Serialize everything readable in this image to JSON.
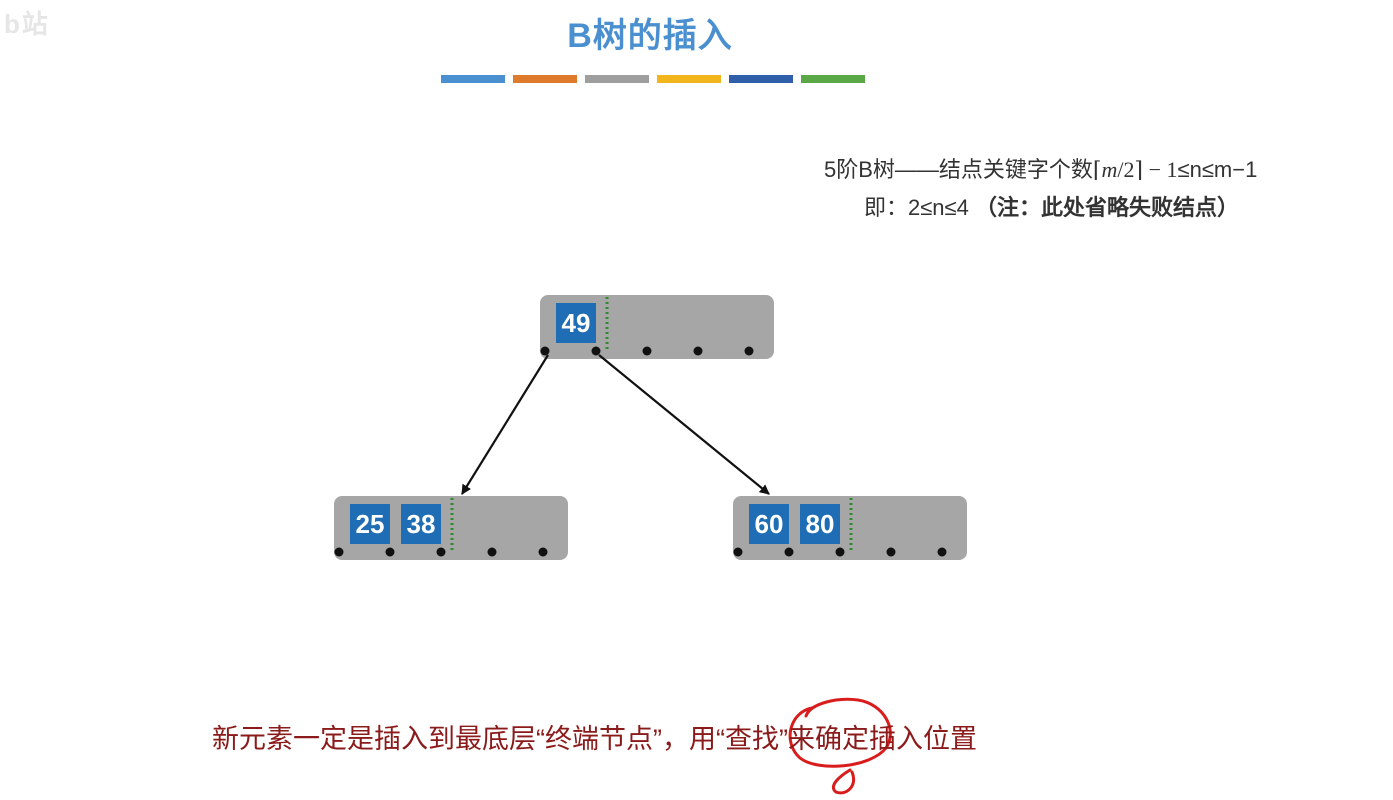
{
  "title": "B树的插入",
  "color_bars": [
    "#4a8fd0",
    "#e07a2b",
    "#9e9e9e",
    "#f2b61c",
    "#2f5fa8",
    "#5aa845"
  ],
  "rules": {
    "line1_prefix": "5阶B树——结点关键字个数",
    "line1_formula_open": "⌈",
    "line1_formula_var": "m",
    "line1_formula_rest": "/2⌉ − 1",
    "line1_suffix": "≤n≤m−1",
    "line2_prefix": "即：2≤n≤4",
    "line2_note": "（注：此处省略失败结点）"
  },
  "tree": {
    "nodes": [
      {
        "id": "root",
        "keys": [
          "49"
        ]
      },
      {
        "id": "left",
        "keys": [
          "25",
          "38"
        ]
      },
      {
        "id": "right",
        "keys": [
          "60",
          "80"
        ]
      }
    ],
    "edges": [
      {
        "from": "root",
        "to": "left"
      },
      {
        "from": "root",
        "to": "right"
      }
    ],
    "colors": {
      "node_fill": "#a6a6a6",
      "key_fill": "#1f6db5",
      "key_text": "#ffffff",
      "separator": "#2e8b2e",
      "pointer": "#111111"
    }
  },
  "footer": {
    "text": "新元素一定是插入到最底层“终端节点”，用“查找”来确定插入位置",
    "color": "#8b1a1a"
  },
  "annotation": {
    "circle_icon": "red-hand-drawn-circle",
    "color": "#d91c1c"
  }
}
